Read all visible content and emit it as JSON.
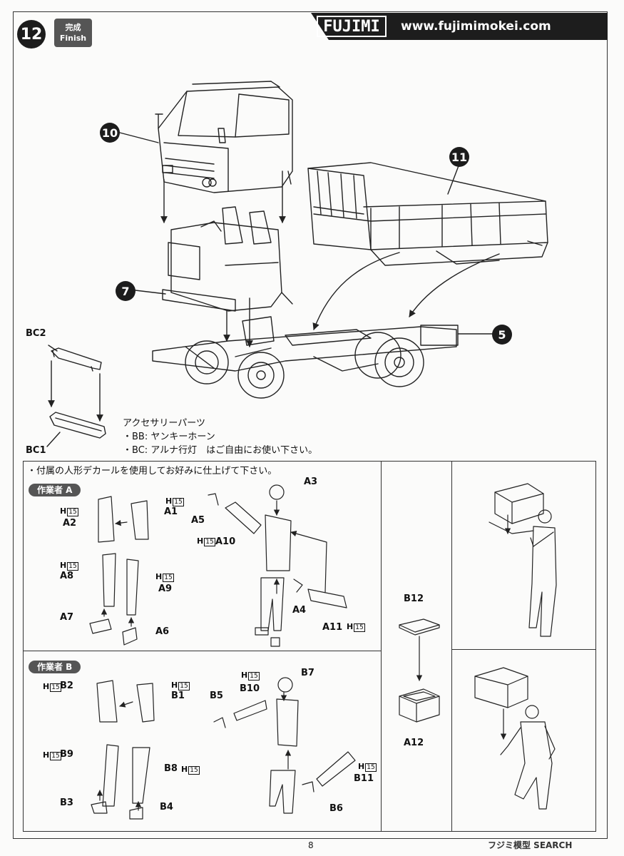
{
  "header": {
    "step_number": "12",
    "finish_jp": "完成",
    "finish_en": "Finish",
    "brand": "FUJIMI",
    "url": "www.fujimimokei.com"
  },
  "assembly": {
    "callouts": [
      "10",
      "11",
      "7",
      "5"
    ],
    "parts": [
      "BC2",
      "BC1"
    ]
  },
  "accessory": {
    "title": "アクセサリーパーツ",
    "line1": "・BB: ヤンキーホーン",
    "line2": "・BC: アルナ行灯　はご自由にお使い下さい。"
  },
  "figures": {
    "decal_note": "・付属の人形デカールを使用してお好みに仕上げて下さい。",
    "worker_a": {
      "title": "作業者 A",
      "labels": [
        "A3",
        "A1",
        "A2",
        "A5",
        "A10",
        "A8",
        "A9",
        "A4",
        "A7",
        "A6",
        "A11"
      ]
    },
    "worker_b": {
      "title": "作業者 B",
      "labels": [
        "B7",
        "B2",
        "B1",
        "B10",
        "B5",
        "B9",
        "B8",
        "B11",
        "B3",
        "B4",
        "B6"
      ]
    },
    "box": {
      "labels": [
        "B12",
        "A12"
      ]
    },
    "h_prefix": "H",
    "h_number": "15"
  },
  "footer": {
    "page_number": "8",
    "brand_text": "フジミ模型 SEARCH"
  }
}
